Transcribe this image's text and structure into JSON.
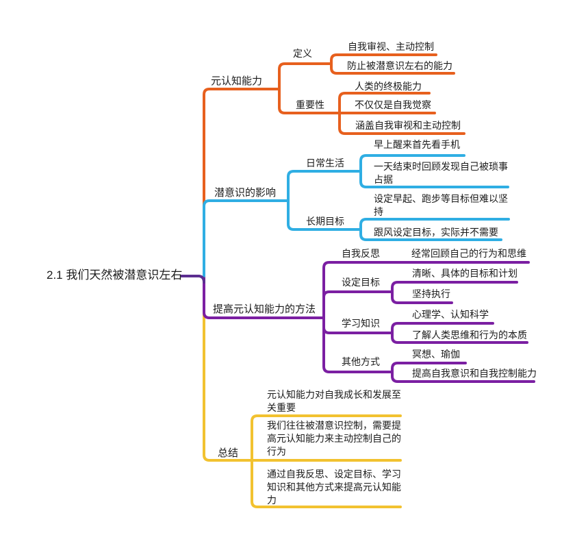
{
  "colors": {
    "orange": "#E7601E",
    "blue": "#2FAEE3",
    "purple": "#7B1FA2",
    "yellow": "#F2C230",
    "stub": "#5B2D90",
    "text": "#1B1B1B",
    "background": "#FFFFFF"
  },
  "mindmap": {
    "root": "2.1 我们天然被潜意识左右",
    "branches": [
      {
        "label": "元认知能力",
        "color": "#E7601E",
        "children": [
          {
            "label": "定义",
            "children": [
              {
                "label": "自我审视、主动控制"
              },
              {
                "label": "防止被潜意识左右的能力"
              }
            ]
          },
          {
            "label": "重要性",
            "children": [
              {
                "label": "人类的终极能力"
              },
              {
                "label": "不仅仅是自我觉察"
              },
              {
                "label": "涵盖自我审视和主动控制"
              }
            ]
          }
        ]
      },
      {
        "label": "潜意识的影响",
        "color": "#2FAEE3",
        "children": [
          {
            "label": "日常生活",
            "children": [
              {
                "label": "早上醒来首先看手机"
              },
              {
                "label": "一天结束时回顾发现自己被琐事\n占据"
              }
            ]
          },
          {
            "label": "长期目标",
            "children": [
              {
                "label": "设定早起、跑步等目标但难以坚\n持"
              },
              {
                "label": "跟风设定目标，实际并不需要"
              }
            ]
          }
        ]
      },
      {
        "label": "提高元认知能力的方法",
        "color": "#7B1FA2",
        "children": [
          {
            "label": "自我反思",
            "children": [
              {
                "label": "经常回顾自己的行为和思维"
              }
            ]
          },
          {
            "label": "设定目标",
            "children": [
              {
                "label": "清晰、具体的目标和计划"
              },
              {
                "label": "坚持执行"
              }
            ]
          },
          {
            "label": "学习知识",
            "children": [
              {
                "label": "心理学、认知科学"
              },
              {
                "label": "了解人类思维和行为的本质"
              }
            ]
          },
          {
            "label": "其他方式",
            "children": [
              {
                "label": "冥想、瑜伽"
              },
              {
                "label": "提高自我意识和自我控制能力"
              }
            ]
          }
        ]
      },
      {
        "label": "总结",
        "color": "#F2C230",
        "children": [
          {
            "label": "元认知能力对自我成长和发展至\n关重要"
          },
          {
            "label": "我们往往被潜意识控制，需要提\n高元认知能力来主动控制自己的\n行为"
          },
          {
            "label": "通过自我反思、设定目标、学习\n知识和其他方式来提高元认知能\n力"
          }
        ]
      }
    ]
  }
}
